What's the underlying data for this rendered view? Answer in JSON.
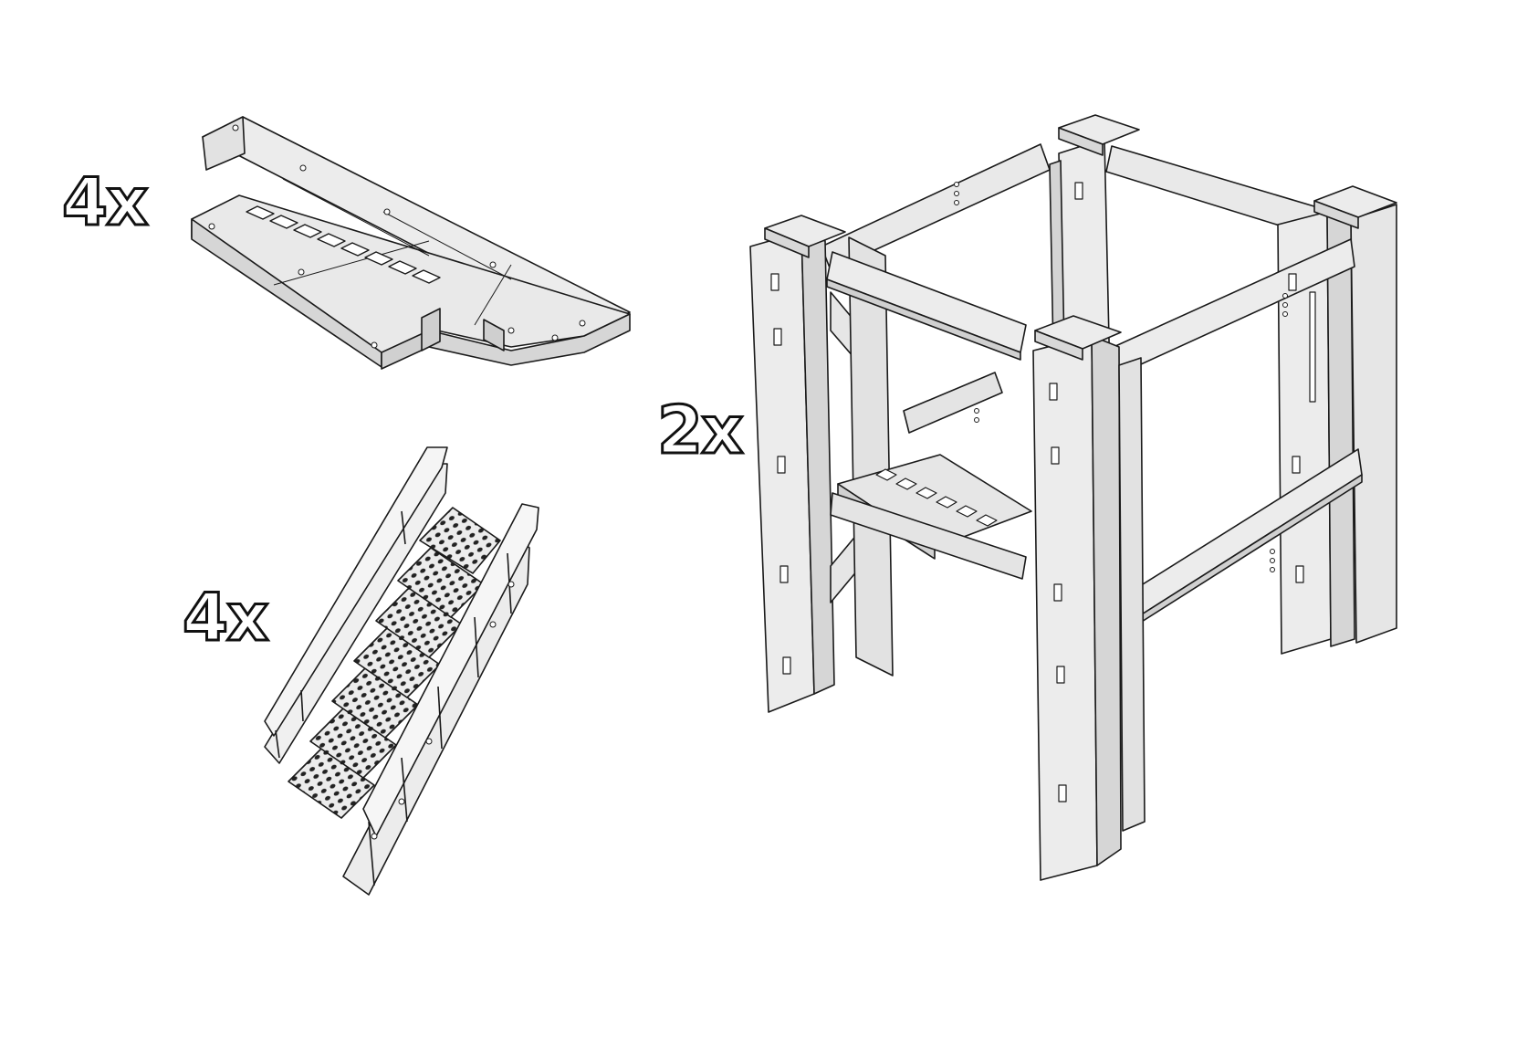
{
  "components": [
    {
      "id": "platform",
      "quantity_label": "4x",
      "icon": "perforated-floor-platform"
    },
    {
      "id": "stairs",
      "quantity_label": "4x",
      "icon": "staircase-with-railings"
    },
    {
      "id": "tower",
      "quantity_label": "2x",
      "icon": "scaffold-tower-frame"
    }
  ],
  "colors": {
    "part_fill": "#e6e6e6",
    "part_fill_light": "#f2f2f2",
    "outline": "#1a1a1a",
    "hole": "#222222"
  }
}
